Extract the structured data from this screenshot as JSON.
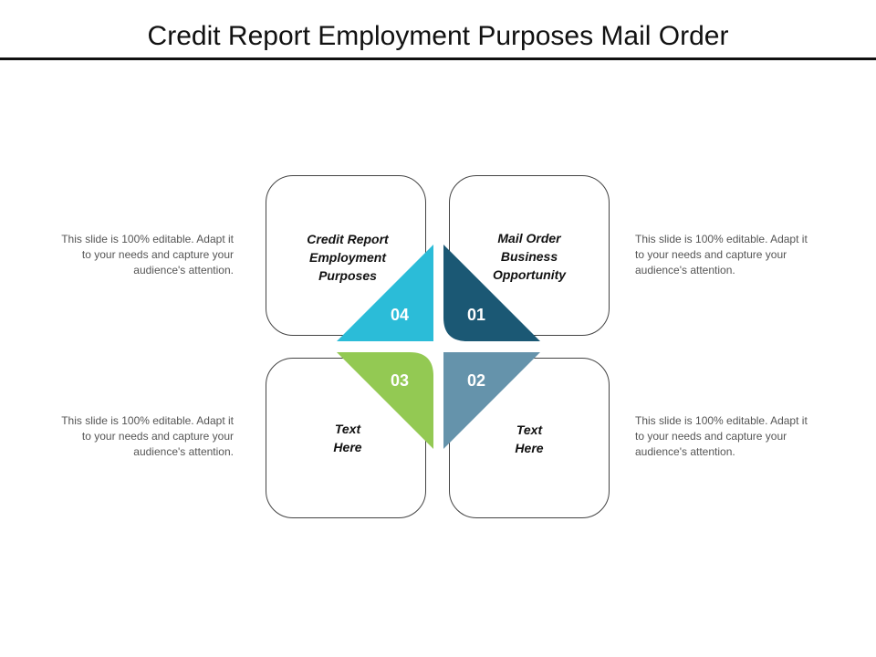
{
  "title": "Credit Report Employment Purposes Mail Order",
  "colors": {
    "q01": "#1b5874",
    "q02": "#6593ab",
    "q03": "#93c953",
    "q04": "#2bbcd8"
  },
  "quadrants": [
    {
      "number": "01",
      "label_lines": [
        "Mail Order",
        "Business",
        "Opportunity"
      ]
    },
    {
      "number": "02",
      "label_lines": [
        "Text",
        "Here"
      ]
    },
    {
      "number": "03",
      "label_lines": [
        "Text",
        "Here"
      ]
    },
    {
      "number": "04",
      "label_lines": [
        "Credit Report",
        "Employment",
        "Purposes"
      ]
    }
  ],
  "descriptions": {
    "top_left": "This slide is 100% editable. Adapt it to your needs and capture your audience's attention.",
    "top_right": "This slide is 100% editable. Adapt it to your needs and capture your audience's attention.",
    "bottom_left": "This slide is 100% editable. Adapt it to your needs and capture your audience's attention.",
    "bottom_right": "This slide is 100% editable. Adapt it to your needs and capture your audience's attention."
  }
}
